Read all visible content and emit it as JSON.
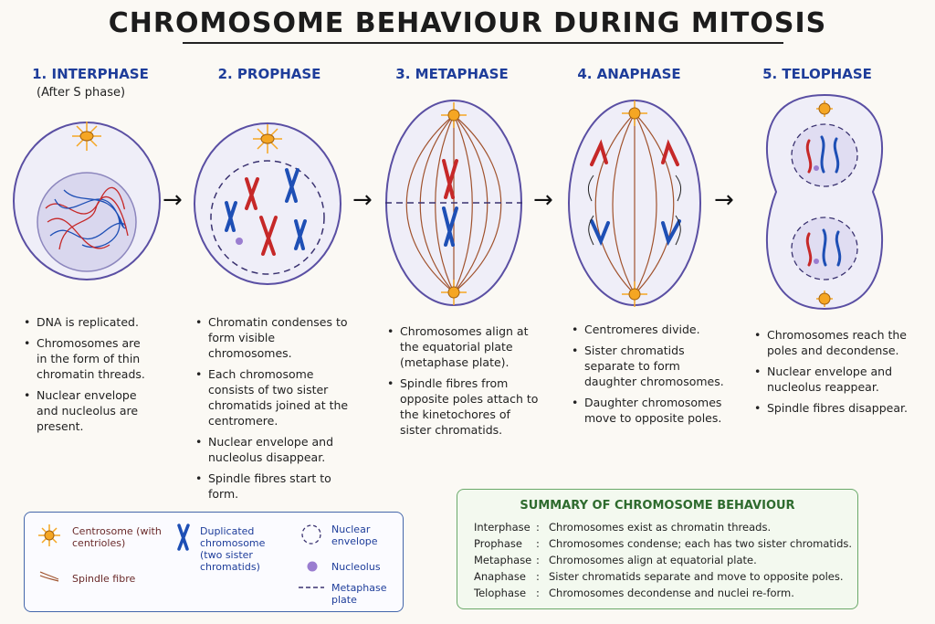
{
  "title": "CHROMOSOME BEHAVIOUR DURING MITOSIS",
  "stages": [
    {
      "heading": "1. INTERPHASE",
      "subheading": "(After S phase)",
      "points": [
        "DNA is replicated.",
        "Chromosomes are in the form of thin chromatin threads.",
        "Nuclear envelope and nucleolus are present."
      ]
    },
    {
      "heading": "2. PROPHASE",
      "points": [
        "Chromatin condenses to form visible chromosomes.",
        "Each chromosome consists of two sister chromatids joined at the centromere.",
        "Nuclear envelope and nucleolus disappear.",
        "Spindle fibres start to form."
      ]
    },
    {
      "heading": "3. METAPHASE",
      "points": [
        "Chromosomes align at the equatorial plate (metaphase plate).",
        "Spindle fibres from opposite poles attach to the kinetochores of sister chromatids."
      ]
    },
    {
      "heading": "4. ANAPHASE",
      "points": [
        "Centromeres divide.",
        "Sister chromatids separate to form daughter chromosomes.",
        "Daughter chromosomes move to opposite poles."
      ]
    },
    {
      "heading": "5. TELOPHASE",
      "points": [
        "Chromosomes reach the poles and decondense.",
        "Nuclear envelope and nucleolus reappear.",
        "Spindle fibres disappear."
      ]
    }
  ],
  "legend": {
    "centrosome": "Centrosome (with centrioles)",
    "spindle": "Spindle fibre",
    "duplicated": "Duplicated chromosome (two sister chromatids)",
    "envelope": "Nuclear envelope",
    "nucleolus": "Nucleolus",
    "plate": "Metaphase plate"
  },
  "summary": {
    "title": "SUMMARY OF CHROMOSOME BEHAVIOUR",
    "rows": [
      {
        "phase": "Interphase",
        "text": "Chromosomes exist as chromatin threads."
      },
      {
        "phase": "Prophase",
        "text": "Chromosomes condense; each has two sister chromatids."
      },
      {
        "phase": "Metaphase",
        "text": "Chromosomes align at equatorial plate."
      },
      {
        "phase": "Anaphase",
        "text": "Sister chromatids separate and move to opposite poles."
      },
      {
        "phase": "Telophase",
        "text": "Chromosomes decondense and nuclei re-form."
      }
    ]
  },
  "colors": {
    "heading": "#1e3d9a",
    "chromosome_red": "#c62828",
    "chromosome_blue": "#1e4fb5",
    "spindle": "#a0522d",
    "centrosome": "#f5a623",
    "cell_outline": "#5a4fa3"
  }
}
